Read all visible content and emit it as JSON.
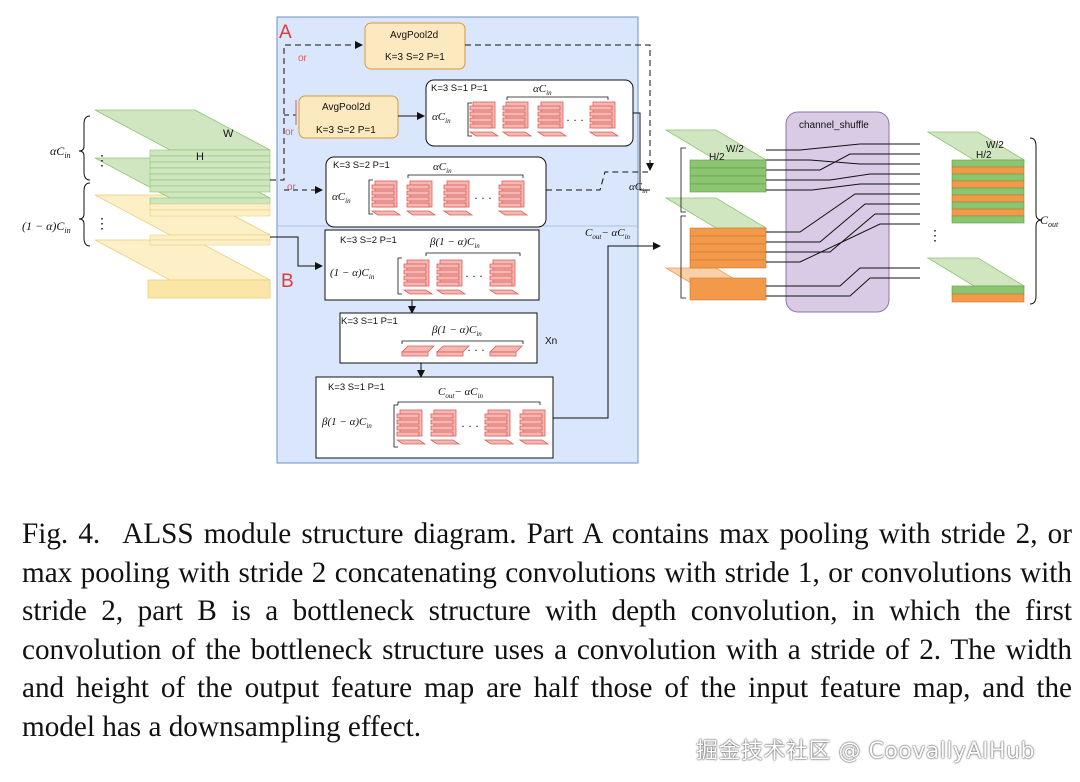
{
  "figure": {
    "part_a_label": "A",
    "part_b_label": "B",
    "or_label": "or",
    "input_map": {
      "w": "W",
      "h": "H"
    },
    "output_map": {
      "w": "W/2",
      "h": "H/2"
    },
    "mid_map": {
      "w": "W/2",
      "h": "H/2"
    },
    "shuffle_label": "channel_shuffle",
    "left_alpha_cin": "αC",
    "left_one_minus_alpha": "(1 − α)C",
    "sub_in": "in",
    "sub_out": "out",
    "out_label": "C",
    "cout_minus": "C",
    "cout_minus_tail": "− αC",
    "xn_label": "Xn",
    "pool_top": {
      "title": "AvgPool2d",
      "params": "K=3 S=2 P=1"
    },
    "pool_mid": {
      "title": "AvgPool2d",
      "params": "K=3 S=2 P=1"
    },
    "conv_a1": {
      "params": "K=3 S=1 P=1",
      "top": "αC",
      "side": "αC"
    },
    "conv_a2": {
      "params": "K=3 S=2 P=1",
      "top": "αC",
      "side": "αC"
    },
    "conv_b1": {
      "params": "K=3 S=2 P=1",
      "top": "β(1 − α)C",
      "side": "(1 − α)C"
    },
    "conv_b2": {
      "params": "K=3 S=1 P=1",
      "top": "β(1 − α)C"
    },
    "conv_b3": {
      "params": "K=3 S=1 P=1",
      "top": "C",
      "top_tail": "− αC",
      "side": "β(1 − α)C"
    },
    "dots": "· · ·",
    "vdots": "⋮"
  },
  "caption": {
    "label": "Fig. 4.",
    "text": "ALSS module structure diagram. Part A contains max pooling with stride 2, or max pooling with stride 2 concatenating convolutions with stride 1, or convolutions with stride 2, part B is a bottleneck structure with depth convolution, in which the first convolution of the bottleneck structure uses a convolution with a stride of 2. The width and height of the output feature map are half those of the input feature map, and the model has a downsampling effect."
  },
  "watermark": "掘金技术社区 @ CoovallyAIHub",
  "colors": {
    "panel_bg": "#dae6fb",
    "panel_border": "#6e8fc7",
    "green_top": "#cfe6c0",
    "green_side": "#8cc56f",
    "yellow_top": "#fdf0c6",
    "orange_side": "#f29a4a",
    "pool_fill": "#fde9bf",
    "pool_border": "#d79b3a",
    "kernel_fill": "#f6b6b2",
    "kernel_edge": "#d85f5a",
    "shuffle_fill": "#d9cbe6",
    "shuffle_border": "#8a78a8"
  }
}
